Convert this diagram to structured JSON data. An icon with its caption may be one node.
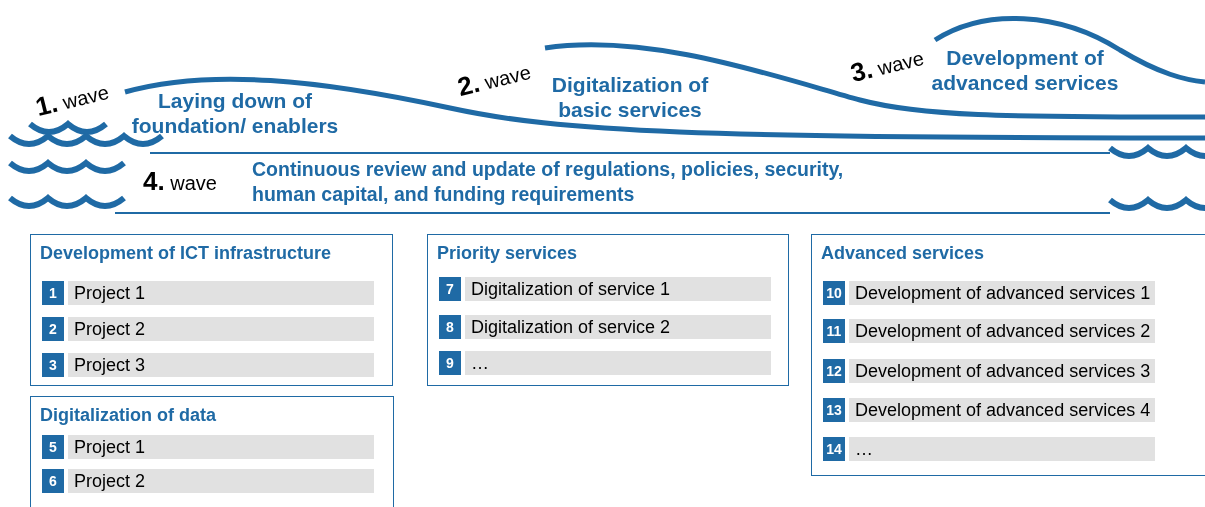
{
  "diagram": {
    "nodes": [
      {
        "text": [
          "Development of ICT infrastructure"
        ]
      },
      {
        "text": [
          "1",
          "Project 1"
        ],
        "in": 0
      },
      {
        "text": [
          "2",
          "Project 2"
        ],
        "in": 0
      },
      {
        "text": [
          "3",
          "Project 3"
        ],
        "in": 0
      },
      {
        "text": [
          "Digitalization of data"
        ]
      },
      {
        "text": [
          "5",
          "Project 1"
        ],
        "in": 4
      },
      {
        "text": [
          "6",
          "Project 2"
        ],
        "in": 4
      },
      {
        "text": [
          "Priority services"
        ]
      },
      {
        "text": [
          "7",
          "Digitalization of service 1"
        ],
        "in": 7
      },
      {
        "text": [
          "8",
          "Digitalization of service 2"
        ],
        "in": 7
      },
      {
        "text": [
          "9",
          "…"
        ],
        "in": 7
      },
      {
        "text": [
          "Advanced services"
        ]
      },
      {
        "text": [
          "10",
          "Development of advanced services 1"
        ],
        "in": 11
      },
      {
        "text": [
          "11",
          "Development of advanced services 2"
        ],
        "in": 11
      },
      {
        "text": [
          "12",
          "Development of advanced services 3"
        ],
        "in": 11
      },
      {
        "text": [
          "13",
          "Development of advanced services 4"
        ],
        "in": 11
      },
      {
        "text": [
          "14",
          "…"
        ],
        "in": 11
      }
    ],
    "labels": [
      "**1.** wave",
      "Laying down of foundation/ enablers",
      "**2.** wave",
      "Digitalization of basic services",
      "**3.** wave",
      "Development of advanced services",
      "**4.** wave",
      "Continuous review and update of regulations, policies, security, human capital, and funding requirements"
    ]
  }
}
